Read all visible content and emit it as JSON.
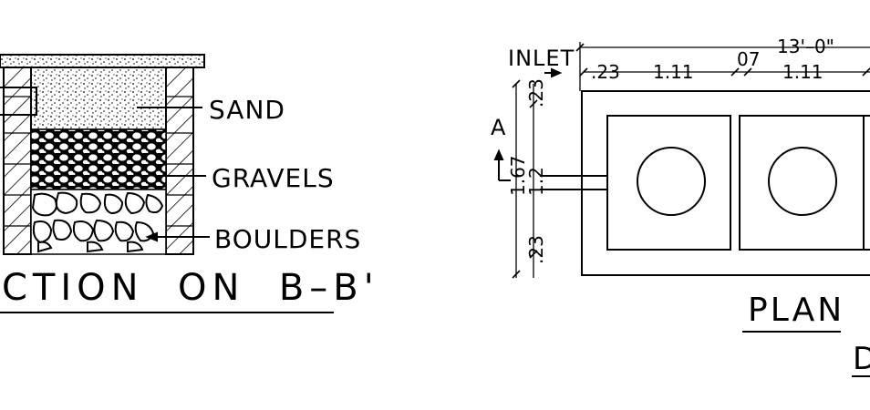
{
  "section": {
    "labels": {
      "sand": "SAND",
      "gravels": "GRAVELS",
      "boulders": "BOULDERS"
    },
    "title": "CTION  ON  B–B'"
  },
  "plan": {
    "inlet": "INLET",
    "overall_dim": "13'–0\"",
    "dims_top": {
      "wall_left": ".23",
      "chamber_1": "1.11",
      "partition": "07",
      "chamber_2": "1.11"
    },
    "dims_side": {
      "top_wall": ".23",
      "outer": "1.67",
      "inner": "1.2",
      "bottom_wall": ".23"
    },
    "section_mark": "A",
    "title": "PLAN",
    "cut_title": "D"
  }
}
